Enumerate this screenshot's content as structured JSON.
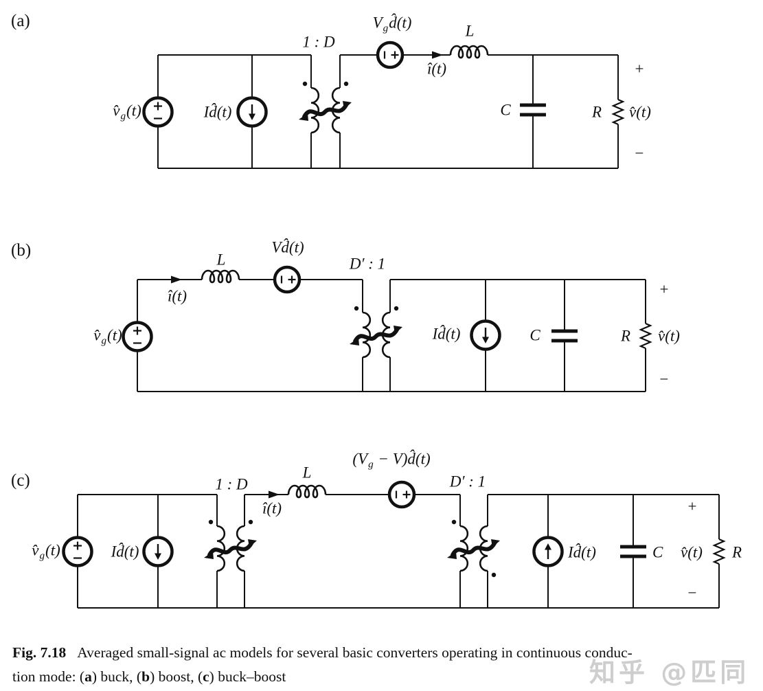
{
  "panels": {
    "a": {
      "tag": "(a)",
      "vg": {
        "base": "v̂",
        "sub": "g",
        "tail": "(t)"
      },
      "isrc_label": "Id̂(t)",
      "turns_ratio": "1 : D",
      "vsrc": {
        "base": "V",
        "sub": "g",
        "tail": "d̂(t)"
      },
      "current_label": "î(t)",
      "inductor": "L",
      "capacitor": "C",
      "resistor": "R",
      "output_label": "v̂(t)",
      "plus": "+",
      "minus": "−",
      "src_plus": "+",
      "src_minus": "−"
    },
    "b": {
      "tag": "(b)",
      "vg": {
        "base": "v̂",
        "sub": "g",
        "tail": "(t)"
      },
      "current_label": "î(t)",
      "inductor": "L",
      "vsrc_label": "Vd̂(t)",
      "turns_ratio": "D′ : 1",
      "isrc_label": "Id̂(t)",
      "capacitor": "C",
      "resistor": "R",
      "output_label": "v̂(t)",
      "plus": "+",
      "minus": "−"
    },
    "c": {
      "tag": "(c)",
      "vg": {
        "base": "v̂",
        "sub": "g",
        "tail": "(t)"
      },
      "isrc_left_label": "Id̂(t)",
      "turns_ratio_1": "1 : D",
      "current_label": "î(t)",
      "inductor": "L",
      "vsrc": {
        "base": "(V",
        "sub": "g",
        "tail": " − V)d̂(t)"
      },
      "turns_ratio_2": "D′ : 1",
      "isrc_right_label": "Id̂(t)",
      "capacitor": "C",
      "output_label": "v̂(t)",
      "resistor": "R",
      "plus": "+",
      "minus": "−"
    }
  },
  "caption": {
    "fig_label": "Fig. 7.18",
    "line1": "Averaged small-signal ac models for several basic converters operating in continuous conduc-",
    "line2": {
      "t0": "tion mode: (",
      "b0": "a",
      "t1": ") buck, (",
      "b1": "b",
      "t2": ") boost, (",
      "b2": "c",
      "t3": ") buck–boost"
    }
  },
  "watermark": "知乎 @匹同",
  "colors": {
    "ink": "#111111",
    "background": "#ffffff",
    "watermark": "#9e9e9e"
  }
}
